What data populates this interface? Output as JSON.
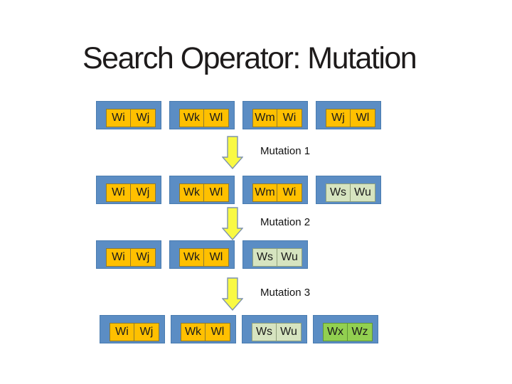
{
  "slide": {
    "title": "Search Operator: Mutation"
  },
  "colors": {
    "container-blue": "#5B8DC4",
    "container-blue-border": "#4A7CB0",
    "gold": "#FFC000",
    "gold-border": "#8F7A2E",
    "pale-green": "#D6E4C0",
    "pale-green-border": "#8FA07A",
    "green": "#92D050",
    "green-border": "#5F9636",
    "arrow-yellow": "#F9F943",
    "arrow-border": "#7E93AD",
    "text": "#1A1A1A"
  },
  "rows": [
    {
      "groups": [
        {
          "color": "gold",
          "cells": [
            "Wi",
            "Wj"
          ]
        },
        {
          "color": "gold",
          "cells": [
            "Wk",
            "Wl"
          ]
        },
        {
          "color": "gold",
          "cells": [
            "Wm",
            "Wi"
          ]
        },
        {
          "color": "gold",
          "cells": [
            "Wj",
            "Wl"
          ]
        }
      ]
    },
    {
      "groups": [
        {
          "color": "gold",
          "cells": [
            "Wi",
            "Wj"
          ]
        },
        {
          "color": "gold",
          "cells": [
            "Wk",
            "Wl"
          ]
        },
        {
          "color": "gold",
          "cells": [
            "Wm",
            "Wi"
          ]
        },
        {
          "color": "pale-green",
          "cells": [
            "Ws",
            "Wu"
          ]
        }
      ]
    },
    {
      "groups": [
        {
          "color": "gold",
          "cells": [
            "Wi",
            "Wj"
          ]
        },
        {
          "color": "gold",
          "cells": [
            "Wk",
            "Wl"
          ]
        },
        {
          "color": "pale-green",
          "cells": [
            "Ws",
            "Wu"
          ]
        }
      ]
    },
    {
      "groups": [
        {
          "color": "gold",
          "cells": [
            "Wi",
            "Wj"
          ]
        },
        {
          "color": "gold",
          "cells": [
            "Wk",
            "Wl"
          ]
        },
        {
          "color": "pale-green",
          "cells": [
            "Ws",
            "Wu"
          ]
        },
        {
          "color": "green",
          "cells": [
            "Wx",
            "Wz"
          ]
        }
      ]
    }
  ],
  "arrows": [
    {
      "label": "Mutation 1"
    },
    {
      "label": "Mutation 2"
    },
    {
      "label": "Mutation 3"
    }
  ]
}
